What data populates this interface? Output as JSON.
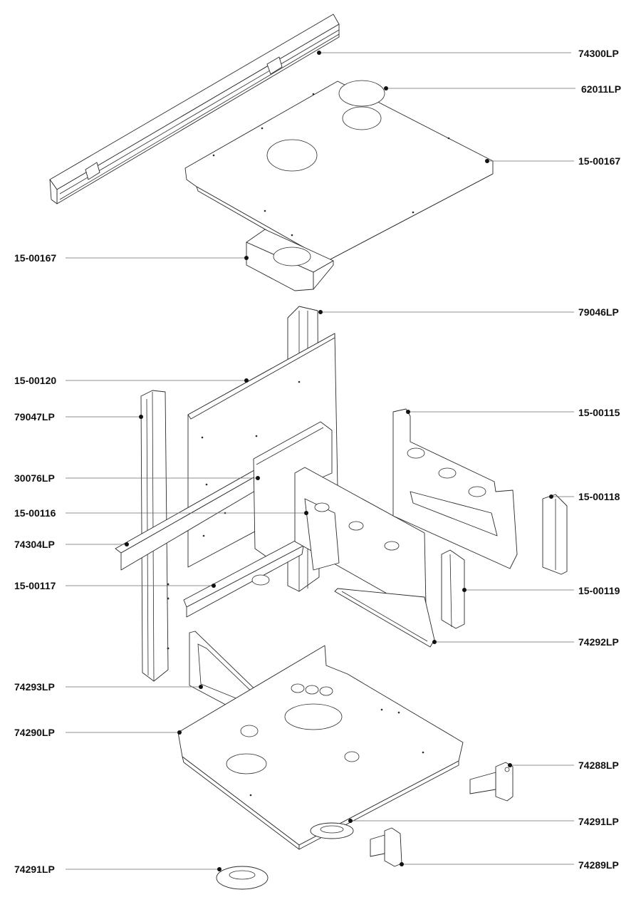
{
  "callouts": [
    {
      "id": "c01",
      "label": "74300LP"
    },
    {
      "id": "c02",
      "label": "62011LP"
    },
    {
      "id": "c03",
      "label": "15-00167"
    },
    {
      "id": "c04",
      "label": "15-00167"
    },
    {
      "id": "c05",
      "label": "79046LP"
    },
    {
      "id": "c06",
      "label": "15-00120"
    },
    {
      "id": "c07",
      "label": "79047LP"
    },
    {
      "id": "c08",
      "label": "15-00115"
    },
    {
      "id": "c09",
      "label": "30076LP"
    },
    {
      "id": "c10",
      "label": "15-00118"
    },
    {
      "id": "c11",
      "label": "15-00116"
    },
    {
      "id": "c12",
      "label": "74304LP"
    },
    {
      "id": "c13",
      "label": "15-00117"
    },
    {
      "id": "c14",
      "label": "15-00119"
    },
    {
      "id": "c15",
      "label": "74292LP"
    },
    {
      "id": "c16",
      "label": "74293LP"
    },
    {
      "id": "c17",
      "label": "74290LP"
    },
    {
      "id": "c18",
      "label": "74288LP"
    },
    {
      "id": "c19",
      "label": "74291LP"
    },
    {
      "id": "c20",
      "label": "74289LP"
    },
    {
      "id": "c21",
      "label": "74291LP"
    }
  ]
}
